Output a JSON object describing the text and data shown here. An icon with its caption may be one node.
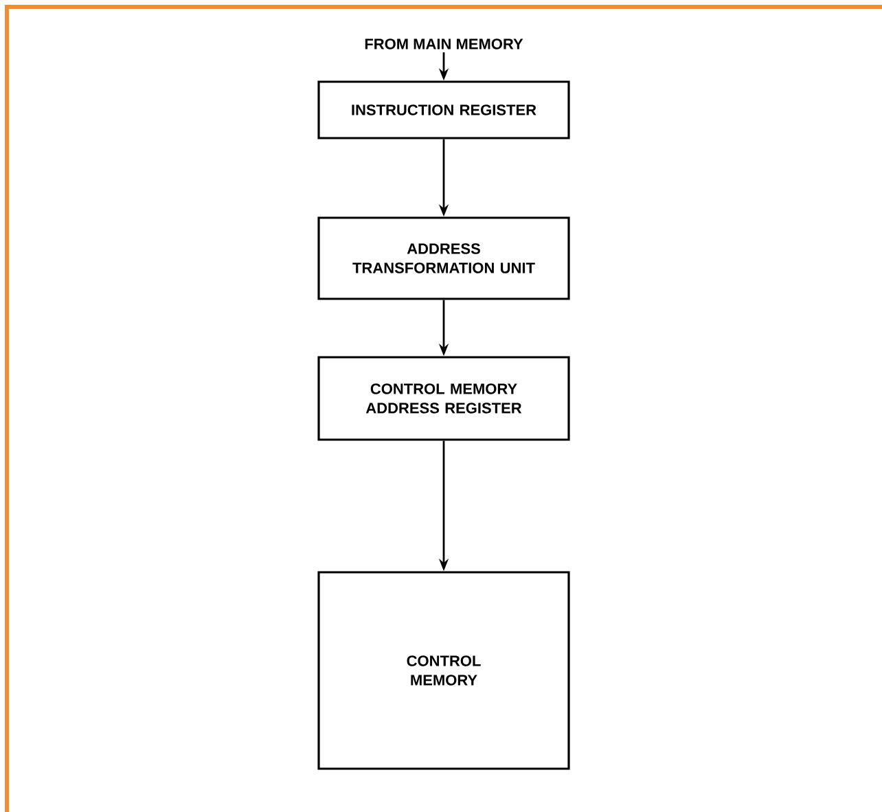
{
  "diagram": {
    "nodes": [
      {
        "text": [
          "FROM MAIN MEMORY"
        ]
      },
      {
        "text": [
          "INSTRUCTION REGISTER"
        ]
      },
      {
        "text": [
          "ADDRESS TRANSFORMATION UNIT"
        ]
      },
      {
        "text": [
          "CONTROL MEMORY ADDRESS REGISTER"
        ]
      },
      {
        "text": [
          "CONTROL MEMORY"
        ]
      }
    ],
    "edges": [
      {
        "from": 0,
        "to": 1,
        "arrow": "to"
      },
      {
        "from": 1,
        "to": 2,
        "arrow": "to"
      },
      {
        "from": 2,
        "to": 3,
        "arrow": "to"
      },
      {
        "from": 3,
        "to": 4,
        "arrow": "to"
      }
    ]
  }
}
